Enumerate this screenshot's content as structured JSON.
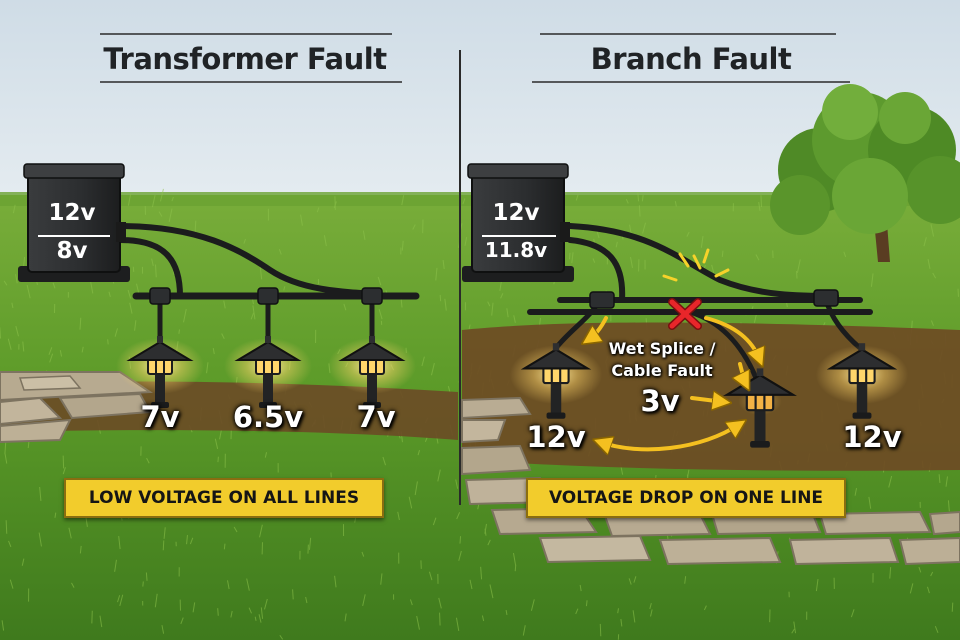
{
  "panels": {
    "left": {
      "title": "Transformer Fault",
      "transformer": {
        "input": "12v",
        "output": "8v"
      },
      "lights": [
        "7v",
        "6.5v",
        "7v"
      ],
      "banner": "LOW VOLTAGE ON ALL LINES"
    },
    "right": {
      "title": "Branch Fault",
      "transformer": {
        "input": "12v",
        "output": "11.8v"
      },
      "fault": {
        "line1": "Wet Splice /",
        "line2": "Cable Fault",
        "voltage": "3v"
      },
      "lights": [
        "12v",
        "12v"
      ],
      "banner": "VOLTAGE DROP ON ONE LINE"
    }
  },
  "colors": {
    "sky": "#dde7ed",
    "grass": "#5f9a2c",
    "banner": "#f2cc2c",
    "arrow": "#f4c020",
    "fault_x": "#e8262a",
    "fixture": "#2a2b2c",
    "glow": "#ffd66b"
  },
  "icons": [
    "transformer-box-icon",
    "path-light-icon",
    "fault-x-icon",
    "tree-icon",
    "stepping-stone-icon"
  ]
}
